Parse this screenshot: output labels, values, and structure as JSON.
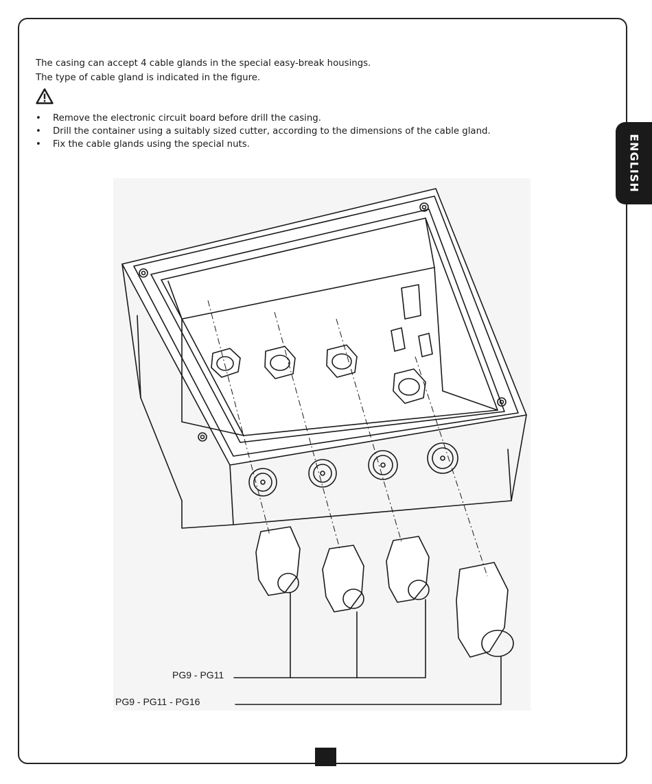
{
  "side_tab": {
    "label": "ENGLISH"
  },
  "intro": {
    "line1": "The casing can accept 4 cable glands in the special easy-break housings.",
    "line2": "The type of cable gland is indicated in the figure."
  },
  "warning": {
    "icon": "warning-triangle-icon"
  },
  "instructions": [
    "Remove the electronic circuit board before drill the casing.",
    "Drill the container using a suitably sized cutter, according to the dimensions of the cable gland.",
    "Fix the cable glands using the special nuts."
  ],
  "figure": {
    "callouts": {
      "small_glands": "PG9 - PG11",
      "large_gland": "PG9 - PG11 - PG16"
    }
  }
}
